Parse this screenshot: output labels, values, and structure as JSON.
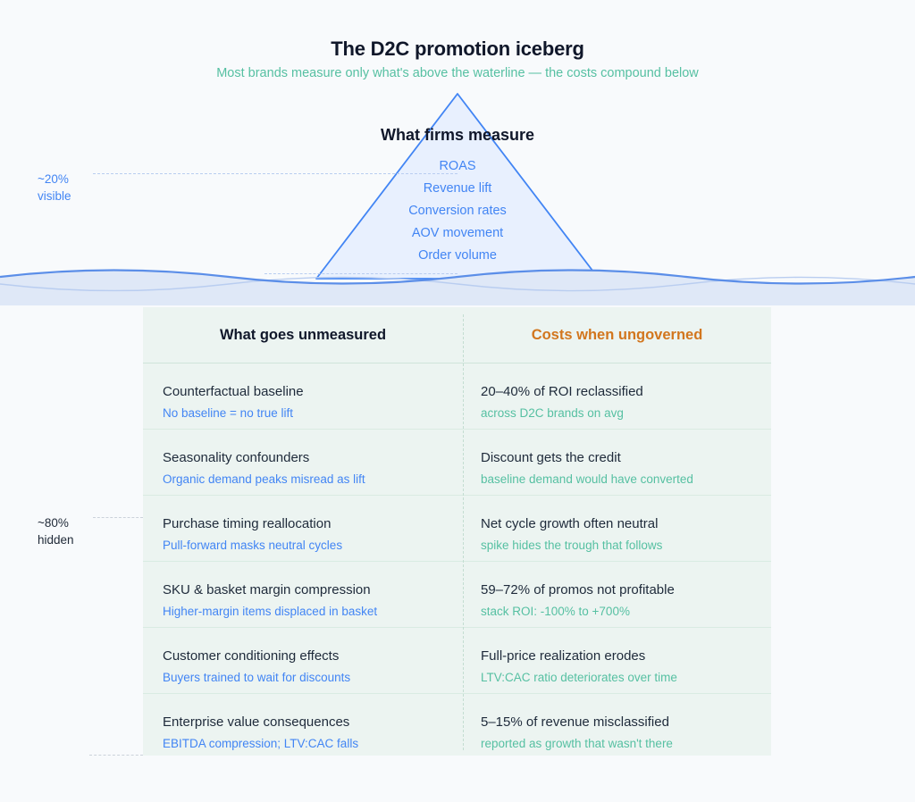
{
  "header": {
    "title": "The D2C promotion iceberg",
    "subtitle": "Most brands measure only what's above the waterline — the costs compound below"
  },
  "iceberg": {
    "heading": "What firms measure",
    "items": [
      "ROAS",
      "Revenue lift",
      "Conversion rates",
      "AOV movement",
      "Order volume"
    ]
  },
  "annotations": {
    "visible_pct": "~20%",
    "visible_label": "visible",
    "hidden_pct": "~80%",
    "hidden_label": "hidden"
  },
  "table": {
    "headers": {
      "left": "What goes unmeasured",
      "right": "Costs when ungoverned"
    },
    "rows": [
      {
        "left_main": "Counterfactual baseline",
        "left_sub": "No baseline = no true lift",
        "right_main": "20–40% of ROI reclassified",
        "right_sub": "across D2C brands on avg"
      },
      {
        "left_main": "Seasonality confounders",
        "left_sub": "Organic demand peaks misread as lift",
        "right_main": "Discount gets the credit",
        "right_sub": "baseline demand would have converted"
      },
      {
        "left_main": "Purchase timing reallocation",
        "left_sub": "Pull-forward masks neutral cycles",
        "right_main": "Net cycle growth often neutral",
        "right_sub": "spike hides the trough that follows"
      },
      {
        "left_main": "SKU & basket margin compression",
        "left_sub": "Higher-margin items displaced in basket",
        "right_main": "59–72% of promos not profitable",
        "right_sub": "stack ROI: -100% to +700%"
      },
      {
        "left_main": "Customer conditioning effects",
        "left_sub": "Buyers trained to wait for discounts",
        "right_main": "Full-price realization erodes",
        "right_sub": "LTV:CAC ratio deteriorates over time"
      },
      {
        "left_main": "Enterprise value consequences",
        "left_sub": "EBITDA compression; LTV:CAC falls",
        "right_main": "5–15% of revenue misclassified",
        "right_sub": "reported as growth that wasn't there"
      }
    ]
  },
  "colors": {
    "background": "#f8fafc",
    "title": "#10172a",
    "subtitle_green": "#56c0a2",
    "accent_blue": "#4285f4",
    "accent_orange": "#d2761e",
    "panel_bg": "#ecf4f1",
    "water_band": "#e3ebf8",
    "iceberg_fill": "#e8f0fe",
    "iceberg_stroke": "#4285f4"
  }
}
